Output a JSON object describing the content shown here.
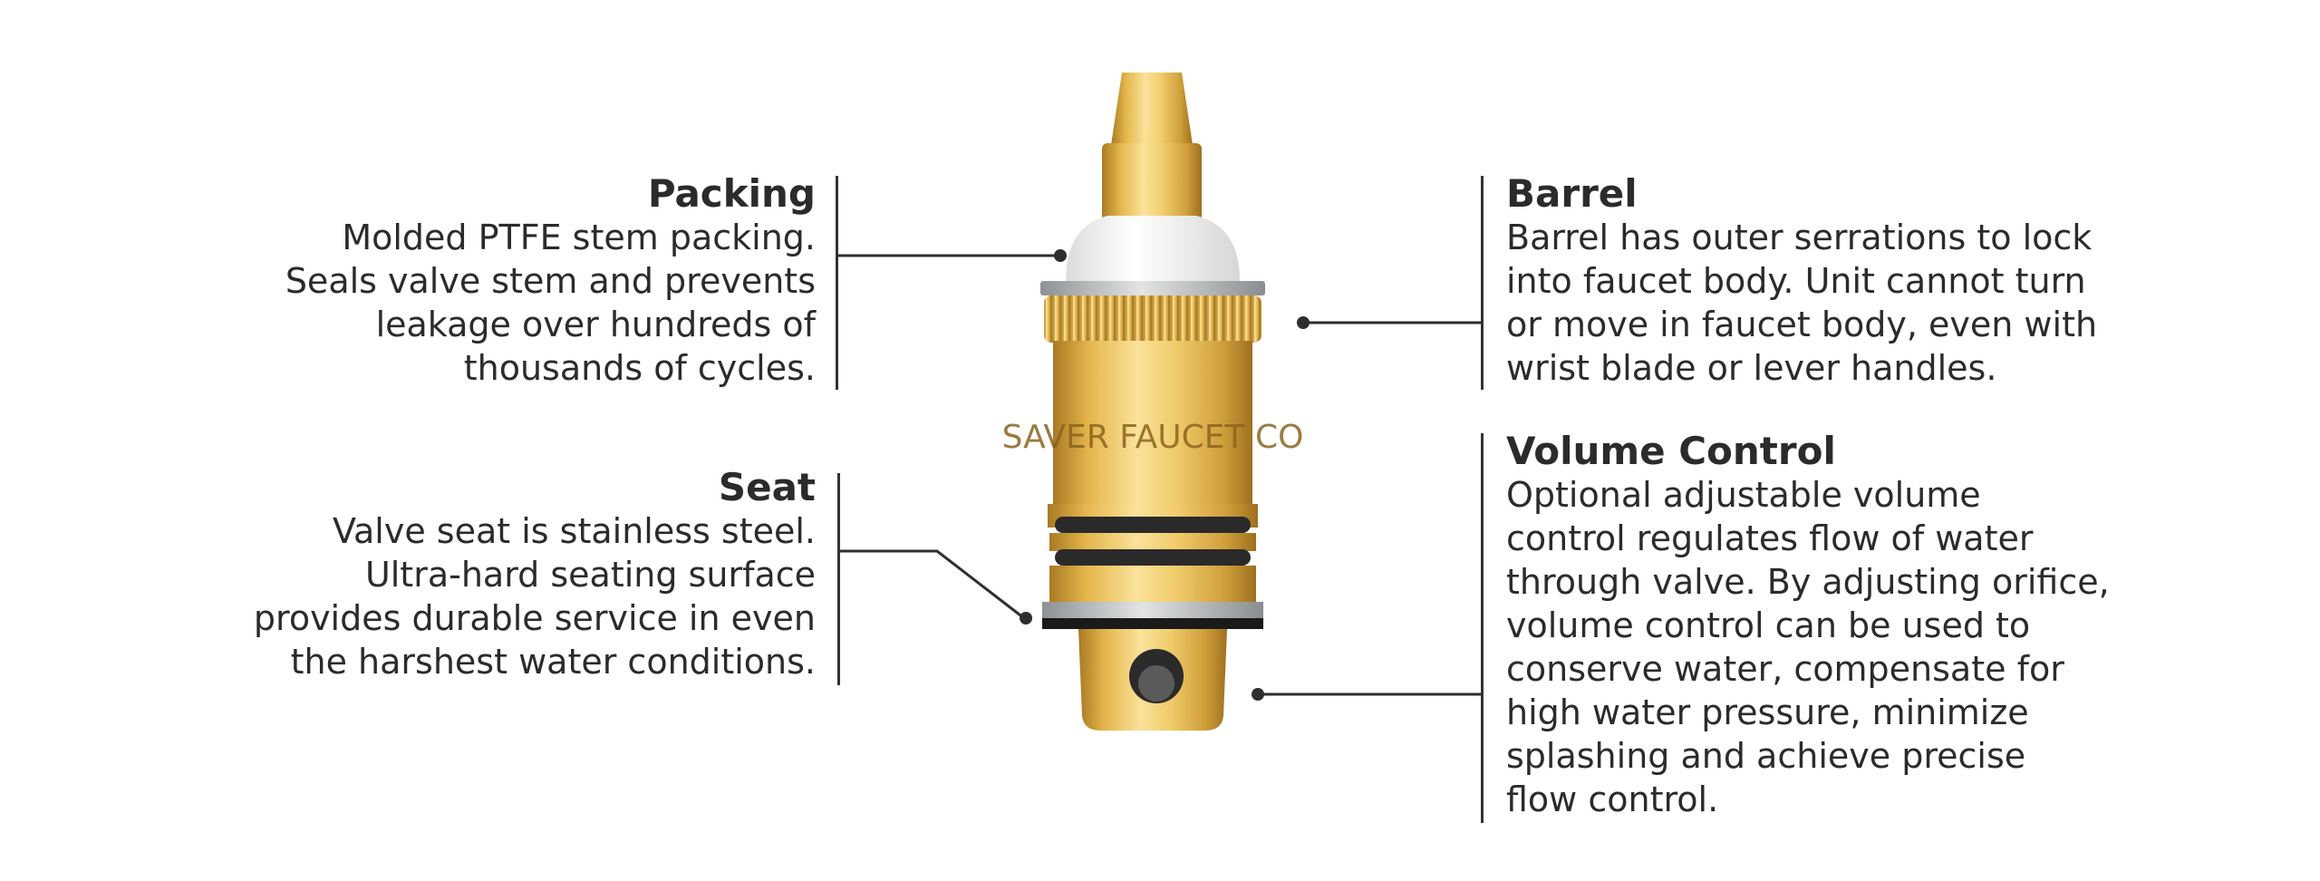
{
  "callouts": {
    "packing": {
      "title": "Packing",
      "lines": [
        "Molded PTFE stem packing.",
        "Seals valve stem and prevents",
        "leakage over hundreds of",
        "thousands of cycles."
      ]
    },
    "seat": {
      "title": "Seat",
      "lines": [
        "Valve seat is stainless steel.",
        "Ultra-hard seating surface",
        "provides durable service in even",
        "the harshest water conditions."
      ]
    },
    "barrel": {
      "title": "Barrel",
      "lines": [
        "Barrel has outer serrations to lock",
        "into faucet body. Unit cannot turn",
        "or move in faucet body, even with",
        "wrist blade or lever handles."
      ]
    },
    "volume_control": {
      "title": "Volume Control",
      "lines": [
        "Optional adjustable volume",
        "control regulates flow of water",
        "through valve. By adjusting orifice,",
        "volume control can be used to",
        "conserve water, compensate for",
        "high water pressure, minimize",
        "splashing and achieve precise",
        "flow control."
      ]
    }
  },
  "cartridge": {
    "engraving": "SAVER FAUCET CO",
    "colors": {
      "brass_light": "#f6d67a",
      "brass_mid": "#e2b64a",
      "brass_dark": "#b8862a",
      "ptfe": "#f5f5f3",
      "steel": "#b9bcbe",
      "leader": "#2e2e2e"
    }
  }
}
